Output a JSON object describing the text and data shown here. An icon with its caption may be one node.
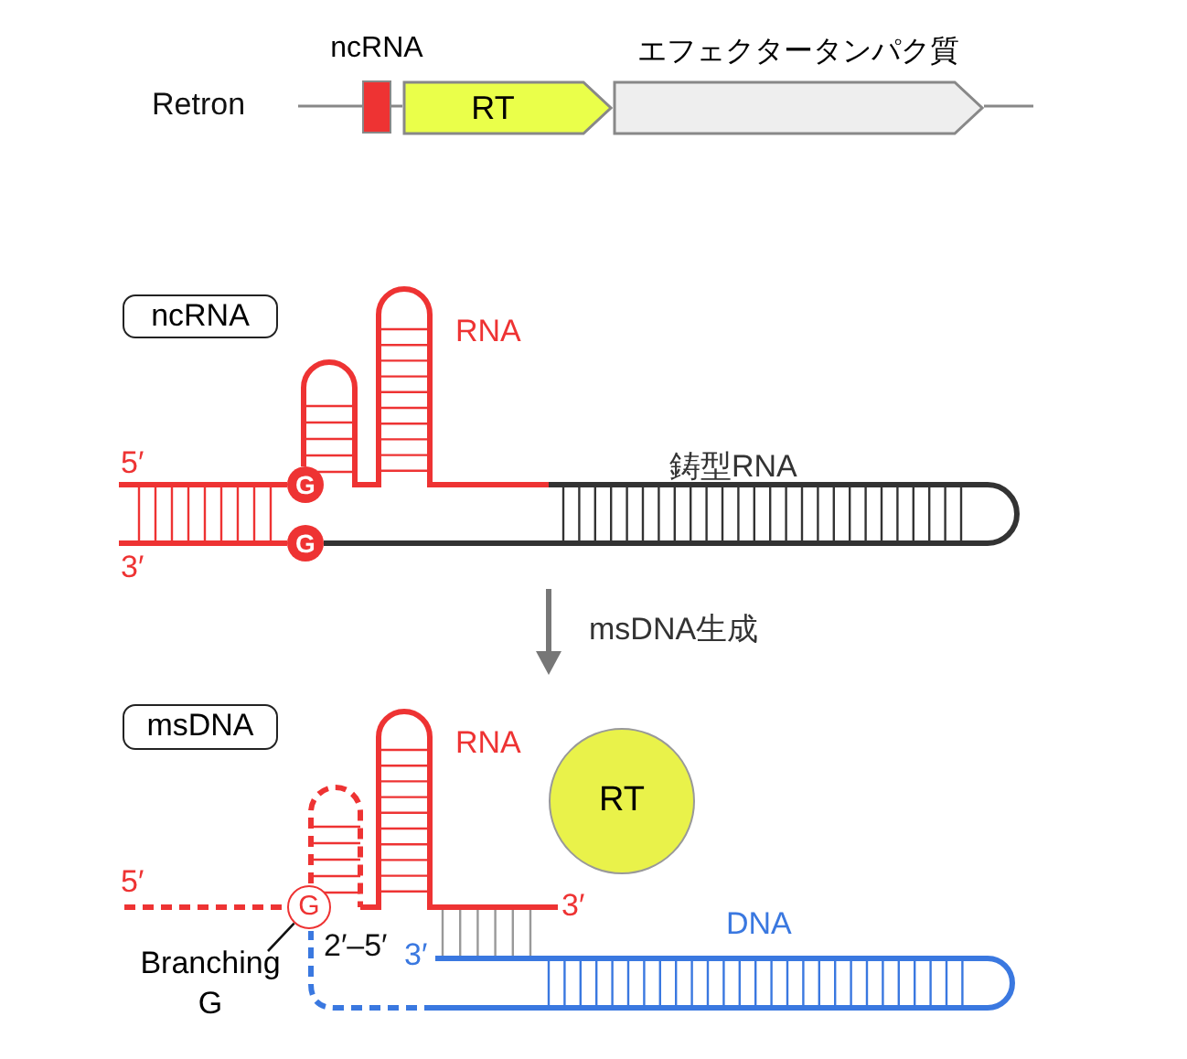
{
  "diagram": {
    "nodes": [
      {
        "text": [
          "ncRNA"
        ]
      },
      {
        "text": [
          "RT"
        ]
      },
      {
        "text": [
          "エフェクタータンパク質"
        ]
      },
      {
        "text": [
          "ncRNA"
        ]
      },
      {
        "text": [
          "G"
        ]
      },
      {
        "text": [
          "G"
        ]
      },
      {
        "text": [
          "msDNA"
        ]
      },
      {
        "text": [
          "RT"
        ]
      },
      {
        "text": [
          "G"
        ]
      },
      {
        "text": [
          "Branching G"
        ]
      }
    ],
    "edges": [
      {
        "from": 9,
        "to": 8,
        "arrow": "none"
      }
    ],
    "labels": [
      "Retron",
      "RNA",
      "5′",
      "鋳型RNA",
      "3′",
      "msDNA生成",
      "RNA",
      "5′",
      "3′",
      "2′–5′",
      "3′",
      "DNA"
    ]
  }
}
